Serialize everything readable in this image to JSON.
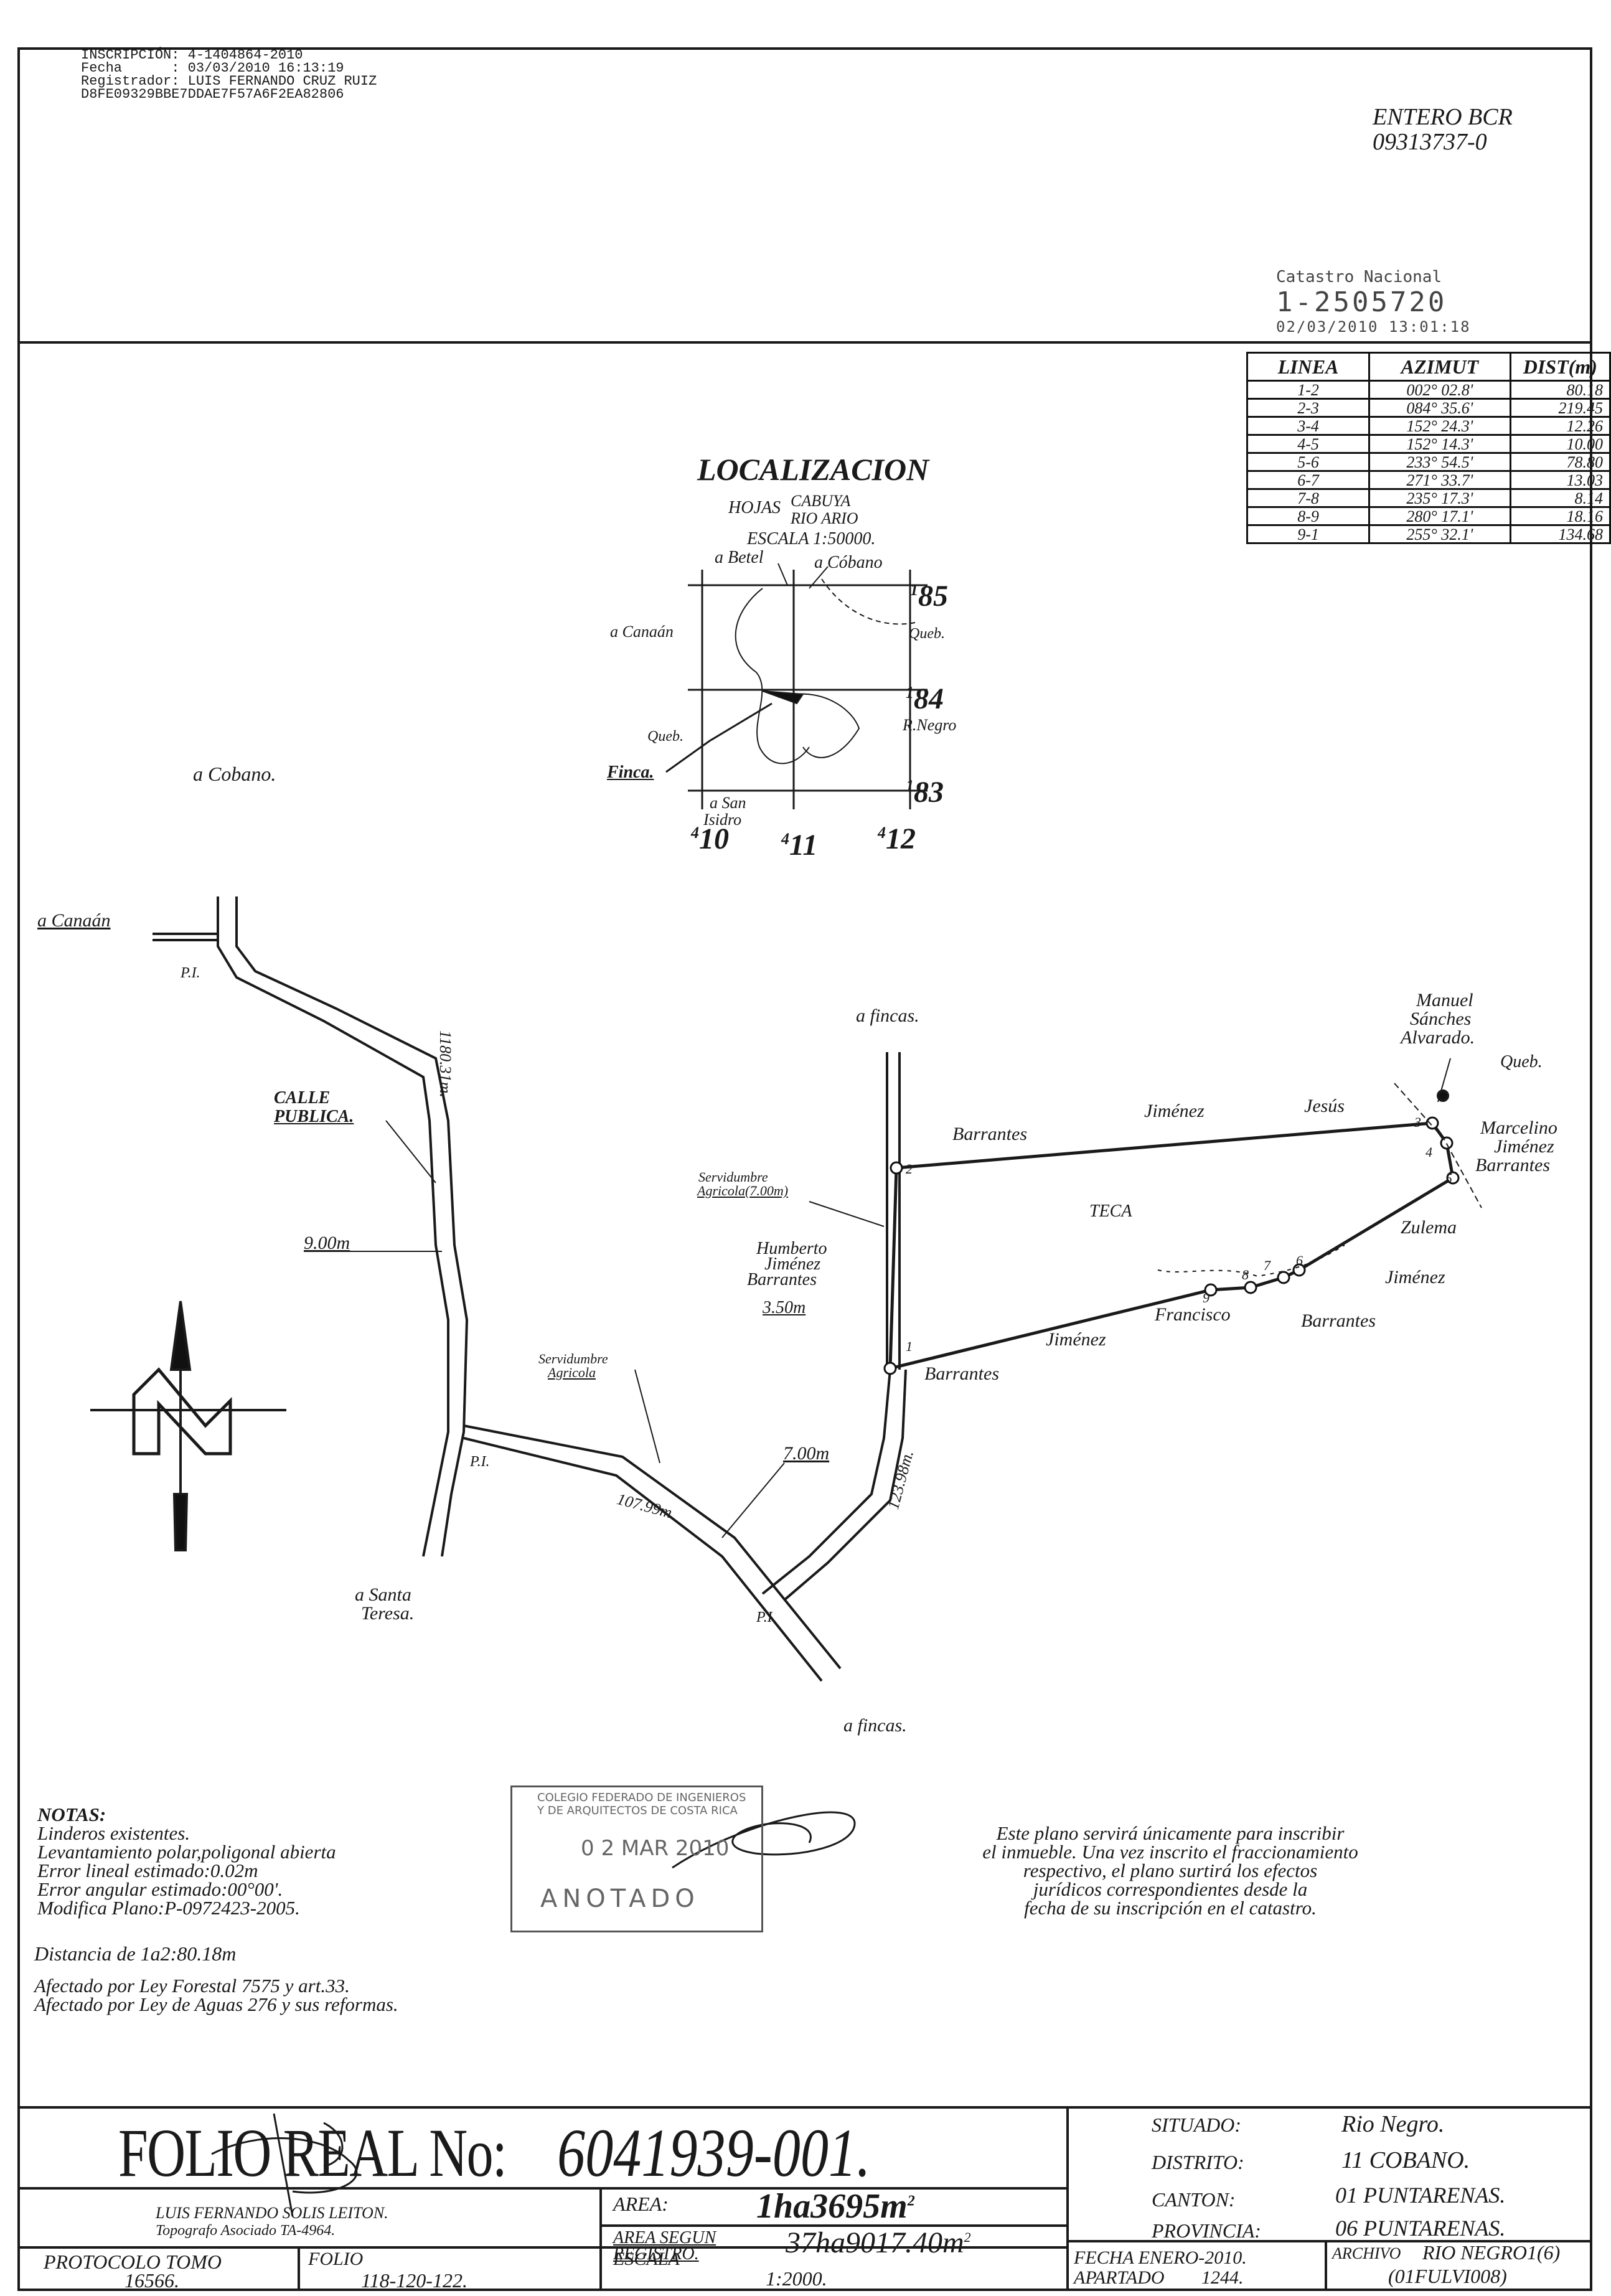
{
  "header": {
    "inscripcion_label": "INSCRIPCIÓN:",
    "inscripcion": "4-1404864-2010",
    "fecha_label": "Fecha",
    "fecha": ": 03/03/2010 16:13:19",
    "registrador_label": "Registrador:",
    "registrador": "LUIS FERNANDO CRUZ RUIZ",
    "hash": "D8FE09329BBE7DDAE7F57A6F2EA82806",
    "entero_title": "ENTERO BCR",
    "entero_number": "09313737-0",
    "catastro_title": "Catastro Nacional",
    "catastro_number": "1-2505720",
    "catastro_date": "02/03/2010 13:01:18"
  },
  "azimuth_table": {
    "headers": [
      "LINEA",
      "AZIMUT",
      "DIST(m)"
    ],
    "rows": [
      {
        "linea": "1-2",
        "azimut": "002° 02.8'",
        "dist": "80.18"
      },
      {
        "linea": "2-3",
        "azimut": "084° 35.6'",
        "dist": "219.45"
      },
      {
        "linea": "3-4",
        "azimut": "152° 24.3'",
        "dist": "12.26"
      },
      {
        "linea": "4-5",
        "azimut": "152° 14.3'",
        "dist": "10.00"
      },
      {
        "linea": "5-6",
        "azimut": "233° 54.5'",
        "dist": "78.80"
      },
      {
        "linea": "6-7",
        "azimut": "271° 33.7'",
        "dist": "13.03"
      },
      {
        "linea": "7-8",
        "azimut": "235° 17.3'",
        "dist": "8.14"
      },
      {
        "linea": "8-9",
        "azimut": "280° 17.1'",
        "dist": "18.16"
      },
      {
        "linea": "9-1",
        "azimut": "255° 32.1'",
        "dist": "134.68"
      }
    ]
  },
  "localizacion": {
    "title": "LOCALIZACION",
    "hojas_label": "HOJAS",
    "hoja1": "CABUYA",
    "hoja2": "RIO ARIO",
    "escala": "ESCALA 1:50000.",
    "betel": "a Betel",
    "cobano": "a Cóbano",
    "canaan": "a Canaán",
    "queb1": "Queb.",
    "queb2": "Queb.",
    "rnegro": "R.Negro",
    "finca": "Finca.",
    "san_isidro_1": "a San",
    "san_isidro_2": "Isidro",
    "grid_85": "85",
    "grid_84": "84",
    "grid_83": "83",
    "grid_sup": "1",
    "grid_10": "10",
    "grid_11": "11",
    "grid_12": "12",
    "grid_sup4": "4"
  },
  "map_labels": {
    "a_cobano": "a Cobano.",
    "a_canaan": "a Canaán",
    "pi1": "P.I.",
    "pi2": "P.I.",
    "pi3": "P.I.",
    "calle_1": "CALLE",
    "calle_2": "PUBLICA.",
    "dist_1180": "1180.31m.",
    "width_900": "9.00m",
    "a_fincas_top": "a fincas.",
    "a_fincas_bottom": "a fincas.",
    "a_santa_1": "a Santa",
    "a_santa_2": "Teresa.",
    "serv1_1": "Servidumbre",
    "serv1_2": "Agricola(7.00m)",
    "humberto_1": "Humberto",
    "humberto_2": "Jiménez",
    "humberto_3": "Barrantes",
    "w350": "3.50m",
    "serv2_1": "Servidumbre",
    "serv2_2": "Agricola",
    "w700": "7.00m",
    "d10799": "107.99m.",
    "d12398": "123.98m.",
    "barrantes_top": "Barrantes",
    "jimenez_top": "Jiménez",
    "jesus": "Jesús",
    "teca": "TECA",
    "manuel_1": "Manuel",
    "manuel_2": "Sánches",
    "manuel_3": "Alvarado.",
    "queb": "Queb.",
    "marcelino_1": "Marcelino",
    "marcelino_2": "Jiménez",
    "marcelino_3": "Barrantes",
    "zulema": "Zulema",
    "jimenez_right": "Jiménez",
    "barrantes_right": "Barrantes",
    "francisco": "Francisco",
    "jimenez_bottom": "Jiménez",
    "barrantes_bottom": "Barrantes",
    "pt1": "1",
    "pt2": "2",
    "pt3": "3",
    "pt4": "4",
    "pt5": "5",
    "pt6": "6",
    "pt7": "7",
    "pt8": "8",
    "pt9": "9"
  },
  "notes": {
    "title": "NOTAS:",
    "lines": [
      "Linderos existentes.",
      "Levantamiento polar,poligonal abierta",
      "Error lineal estimado:0.02m",
      "Error angular estimado:00°00'.",
      "Modifica Plano:P-0972423-2005."
    ],
    "distancia": "Distancia de 1a2:80.18m",
    "afectado1": "Afectado por Ley Forestal 7575 y art.33.",
    "afectado2": "Afectado por Ley de Aguas 276 y sus reformas."
  },
  "stamp": {
    "line1": "COLEGIO FEDERADO DE INGENIEROS",
    "line2": "Y DE ARQUITECTOS DE COSTA RICA",
    "date": "0 2 MAR 2010",
    "anotado": "ANOTADO"
  },
  "statement": {
    "lines": [
      "Este plano servirá únicamente para inscribir",
      "el inmueble. Una vez inscrito el fraccionamiento",
      "respectivo, el plano surtirá los efectos",
      "jurídicos correspondientes desde la",
      "fecha de su inscripción en el catastro."
    ]
  },
  "title_block": {
    "folio_label": "FOLIO REAL No:",
    "folio_number": "6041939-001.",
    "situado_label": "SITUADO:",
    "situado": "Rio Negro.",
    "distrito_label": "DISTRITO:",
    "distrito": "11 COBANO.",
    "canton_label": "CANTON:",
    "canton": "01 PUNTARENAS.",
    "provincia_label": "PROVINCIA:",
    "provincia": "06 PUNTARENAS.",
    "area_label": "AREA:",
    "area_value": "1ha3695m",
    "area_sup": "2",
    "area_reg_label1": "AREA SEGUN",
    "area_reg_label2": "REGISTRO.",
    "area_reg_value": "37ha9017.40m",
    "area_reg_sup": "2",
    "topografo_name": "LUIS FERNANDO SOLIS LEITON.",
    "topografo_role": "Topografo Asociado TA-4964.",
    "protocolo_label": "PROTOCOLO TOMO",
    "protocolo_value": "16566.",
    "folio_small_label": "FOLIO",
    "folio_small_value": "118-120-122.",
    "escala_label": "ESCALA",
    "escala_value": "1:2000.",
    "fecha_label": "FECHA ENERO-2010.",
    "apartado_label": "APARTADO",
    "apartado_value": "1244.",
    "archivo_label": "ARCHIVO",
    "archivo_value": "RIO NEGRO1(6)",
    "archivo_code": "(01FULVI008)"
  },
  "icons": [
    "north-arrow-icon",
    "signature-icon",
    "stamp-seal"
  ]
}
